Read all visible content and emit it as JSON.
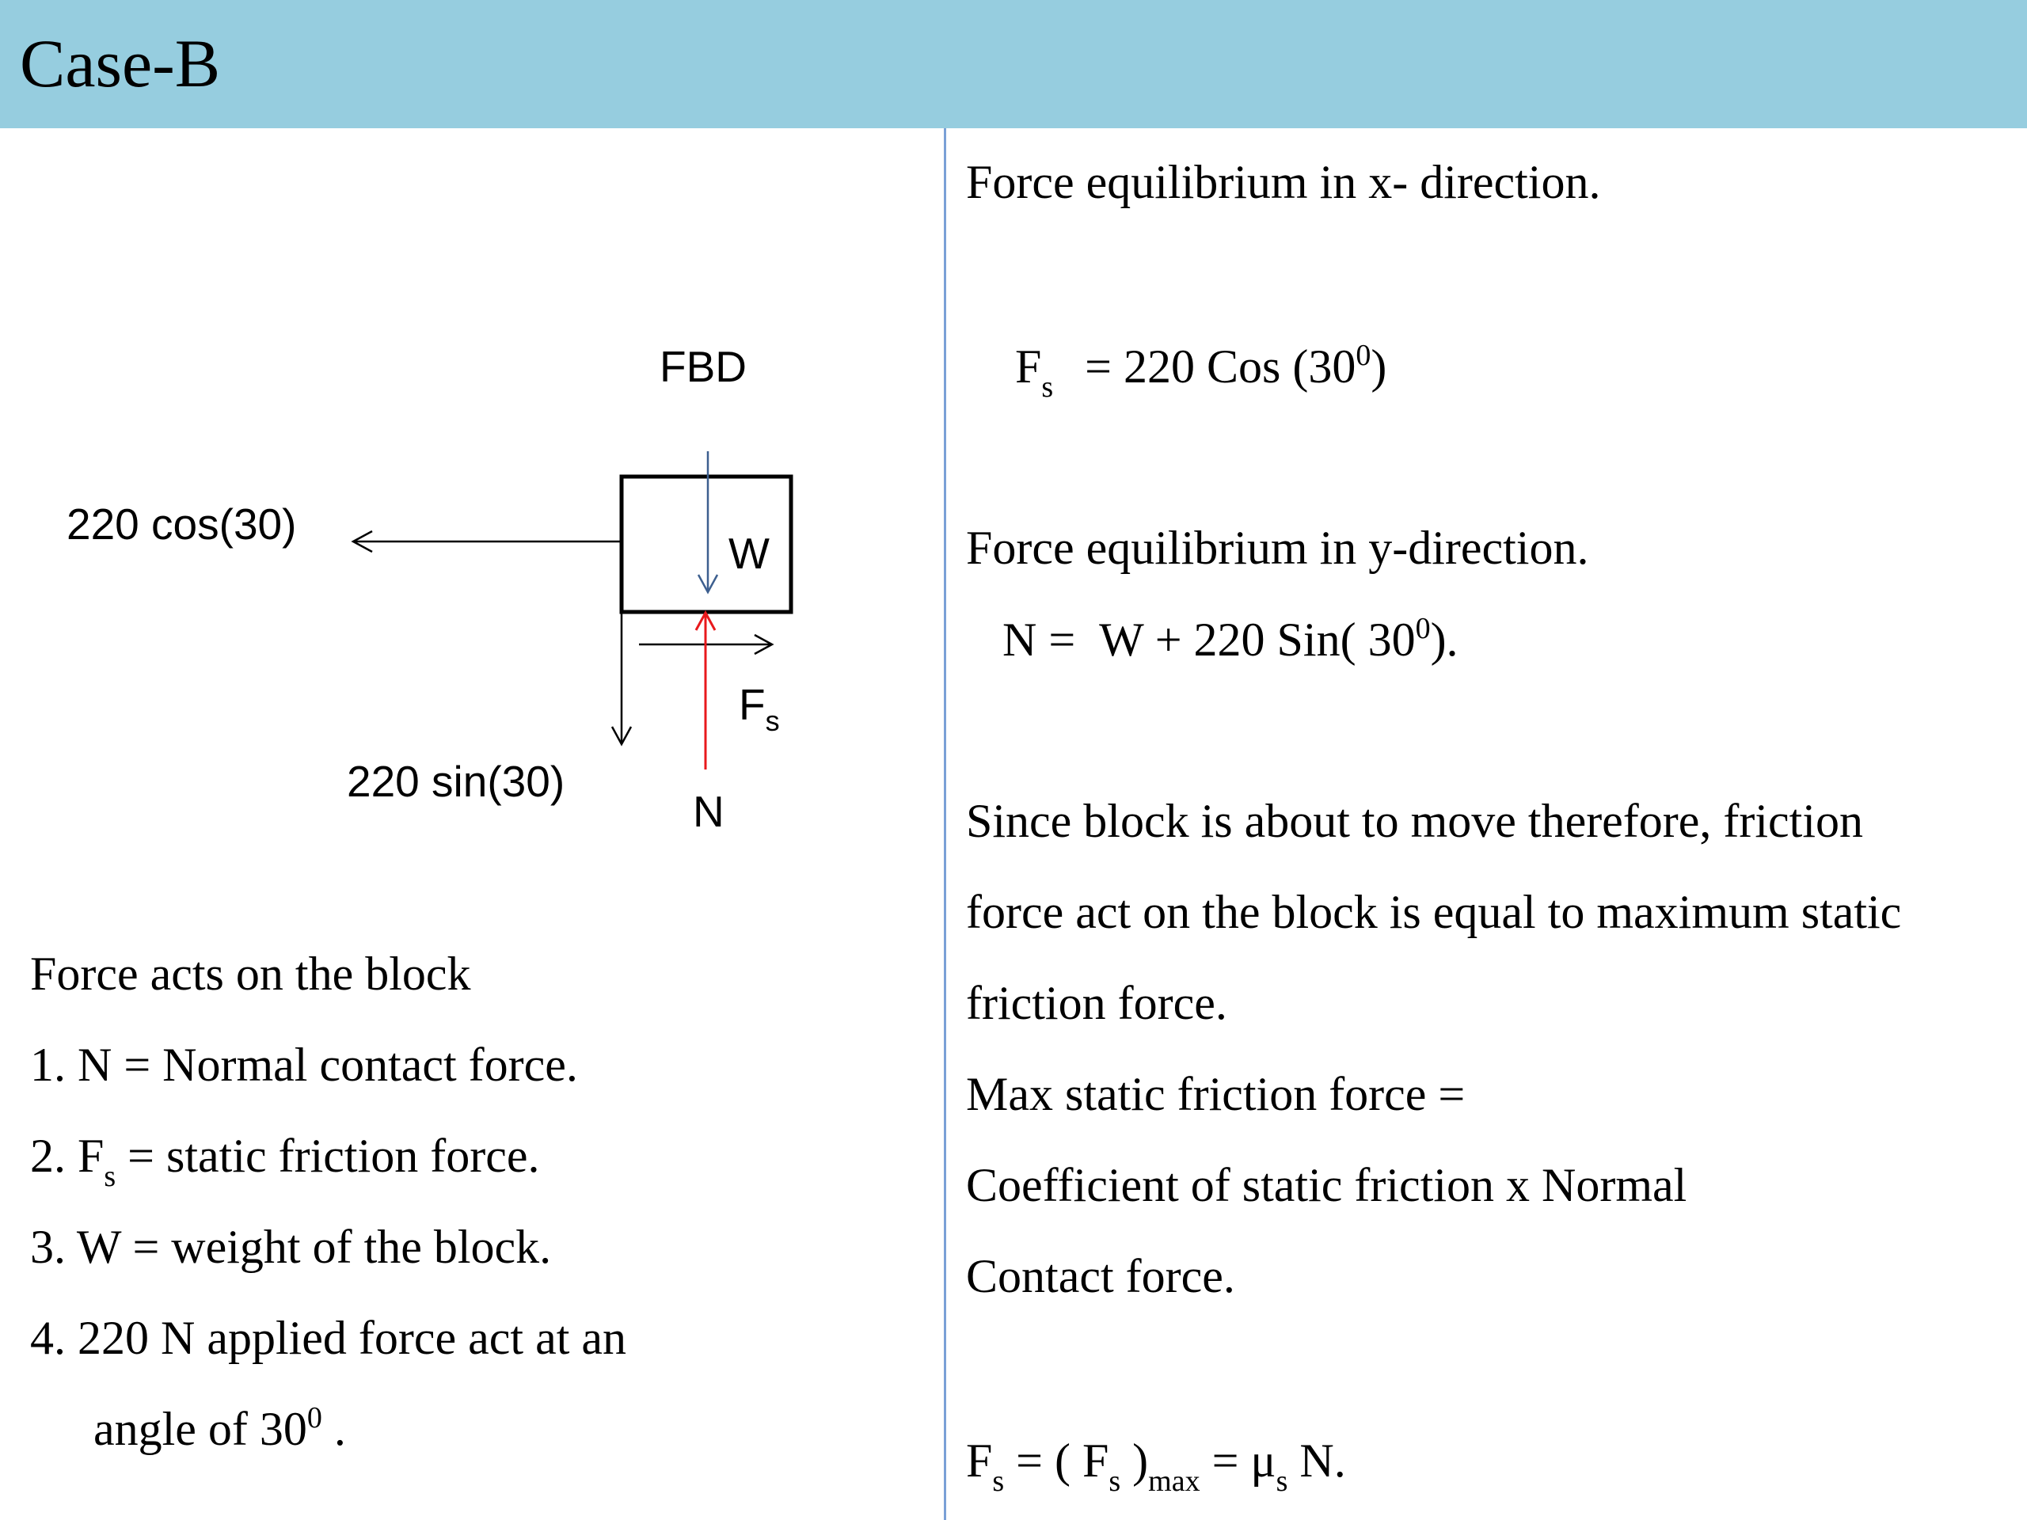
{
  "header": {
    "title": "Case-B",
    "background": "#96cddf"
  },
  "fbd": {
    "title": "FBD",
    "label_horizontal_force": "220 cos(30)",
    "label_vertical_force": "220 sin(30)",
    "label_weight": "W",
    "label_friction_base": "F",
    "label_friction_sub": "s",
    "label_normal": "N",
    "colors": {
      "weight_arrow": "#3d5f8f",
      "normal_arrow": "#e8191c",
      "other_arrows": "#000000"
    }
  },
  "left_text": {
    "heading": "Force acts on the block",
    "item1": "1. N = Normal contact force.",
    "item2_pre": "2. F",
    "item2_sub": "s",
    "item2_post": " = static friction force.",
    "item3": "3. W = weight of the block.",
    "item4_line1": "4. 220 N applied force act at an",
    "item4_line2_pre": "angle of 30",
    "item4_line2_sup": "0",
    "item4_line2_post": " ."
  },
  "right_text": {
    "eq_x_heading": "Force equilibrium in x- direction.",
    "eq_x": {
      "lhs": "F",
      "lhs_sub": "s",
      "rhs_pre": "= 220 Cos (30",
      "rhs_sup": "0",
      "rhs_post": ")"
    },
    "eq_y_heading": "Force equilibrium in y-direction.",
    "eq_y": {
      "pre": "N =  W + 220 Sin( 30",
      "sup": "0",
      "post": ")."
    },
    "explanation": [
      "Since block is about to move therefore, friction",
      "force act on the block is equal to maximum static",
      "friction force.",
      "Max static friction force =",
      "Coefficient of static friction x Normal",
      "Contact force."
    ],
    "final_eq": {
      "f": "F",
      "f_sub": "s",
      "mid1": " = ( F",
      "mid_sub": "s",
      "mid2": " )",
      "max_sub": "max",
      "eq": " = μ",
      "mu_sub": "s",
      "end": " N."
    }
  }
}
